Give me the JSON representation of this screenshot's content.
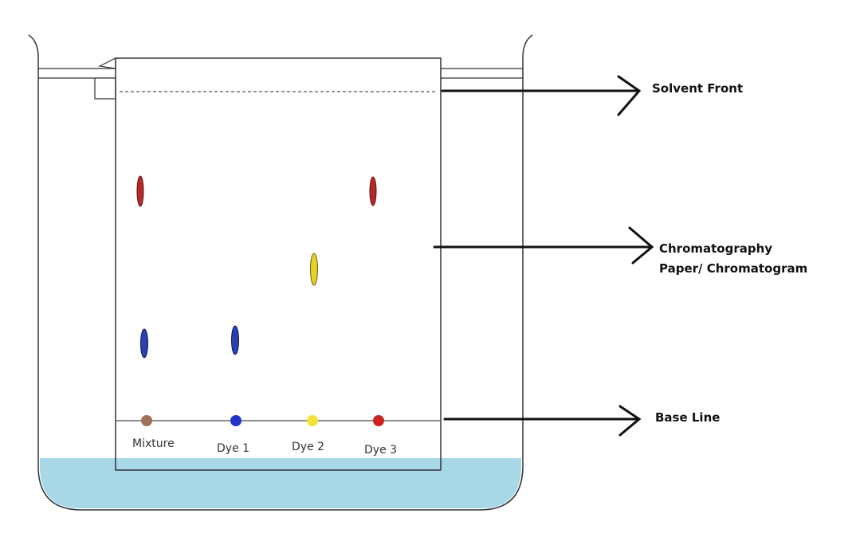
{
  "labels": {
    "solvent_front": "Solvent Front",
    "paper_line1": "Chromatography",
    "paper_line2": "Paper/ Chromatogram",
    "base_line": "Base Line"
  },
  "samples": [
    {
      "id": "mixture",
      "label": "Mixture",
      "dot_color": "#a0705a"
    },
    {
      "id": "dye-1",
      "label": "Dye 1",
      "dot_color": "#2233cc"
    },
    {
      "id": "dye-2",
      "label": "Dye 2",
      "dot_color": "#f2e23a"
    },
    {
      "id": "dye-3",
      "label": "Dye 3",
      "dot_color": "#cc2222"
    }
  ],
  "spot_colors": {
    "red": "#b32a2a",
    "blue": "#2a3fb0",
    "yellow": "#e6d22a"
  },
  "colors": {
    "solvent": "#a8d8e8",
    "outline": "#333333",
    "solvent_front_line": "#555555"
  }
}
